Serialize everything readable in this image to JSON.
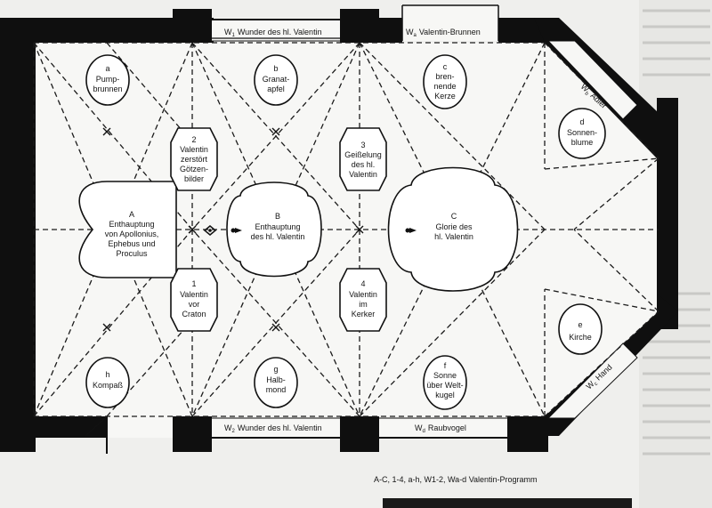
{
  "walls": {
    "w1": {
      "prefix": "W",
      "sub": "1",
      "name": "Wunder des hl. Valentin"
    },
    "w2": {
      "prefix": "W",
      "sub": "2",
      "name": "Wunder des hl. Valentin"
    },
    "wa": {
      "prefix": "W",
      "sub": "a",
      "name": "Valentin-Brunnen"
    },
    "wb": {
      "prefix": "W",
      "sub": "b",
      "name": "Adler"
    },
    "wc": {
      "prefix": "W",
      "sub": "c",
      "name": "Hand"
    },
    "wd": {
      "prefix": "W",
      "sub": "d",
      "name": "Raubvogel"
    }
  },
  "medallions": {
    "a": [
      "a",
      "Pump-",
      "brunnen"
    ],
    "b": [
      "b",
      "Granat-",
      "apfel"
    ],
    "c": [
      "c",
      "bren-",
      "nende",
      "Kerze"
    ],
    "d": [
      "d",
      "Sonnen-",
      "blume"
    ],
    "e": [
      "e",
      "Kirche"
    ],
    "f": [
      "f",
      "Sonne",
      "über Welt-",
      "kugel"
    ],
    "g": [
      "g",
      "Halb-",
      "mond"
    ],
    "h": [
      "h",
      "Kompaß"
    ]
  },
  "cartouches": {
    "n1": [
      "1",
      "Valentin",
      "vor",
      "Craton"
    ],
    "n2": [
      "2",
      "Valentin",
      "zerstört",
      "Götzen-",
      "bilder"
    ],
    "n3": [
      "3",
      "Geißelung",
      "des hl.",
      "Valentin"
    ],
    "n4": [
      "4",
      "Valentin",
      "im",
      "Kerker"
    ]
  },
  "main_fields": {
    "A": [
      "A",
      "Enthauptung",
      "von Apollonius,",
      "Ephebus und",
      "Proculus"
    ],
    "B": [
      "B",
      "Enthauptung",
      "des hl. Valentin"
    ],
    "C": [
      "C",
      "Glorie des",
      "hl. Valentin"
    ]
  },
  "caption": "A-C, 1-4, a-h, W1-2, Wa-d Valentin-Programm"
}
